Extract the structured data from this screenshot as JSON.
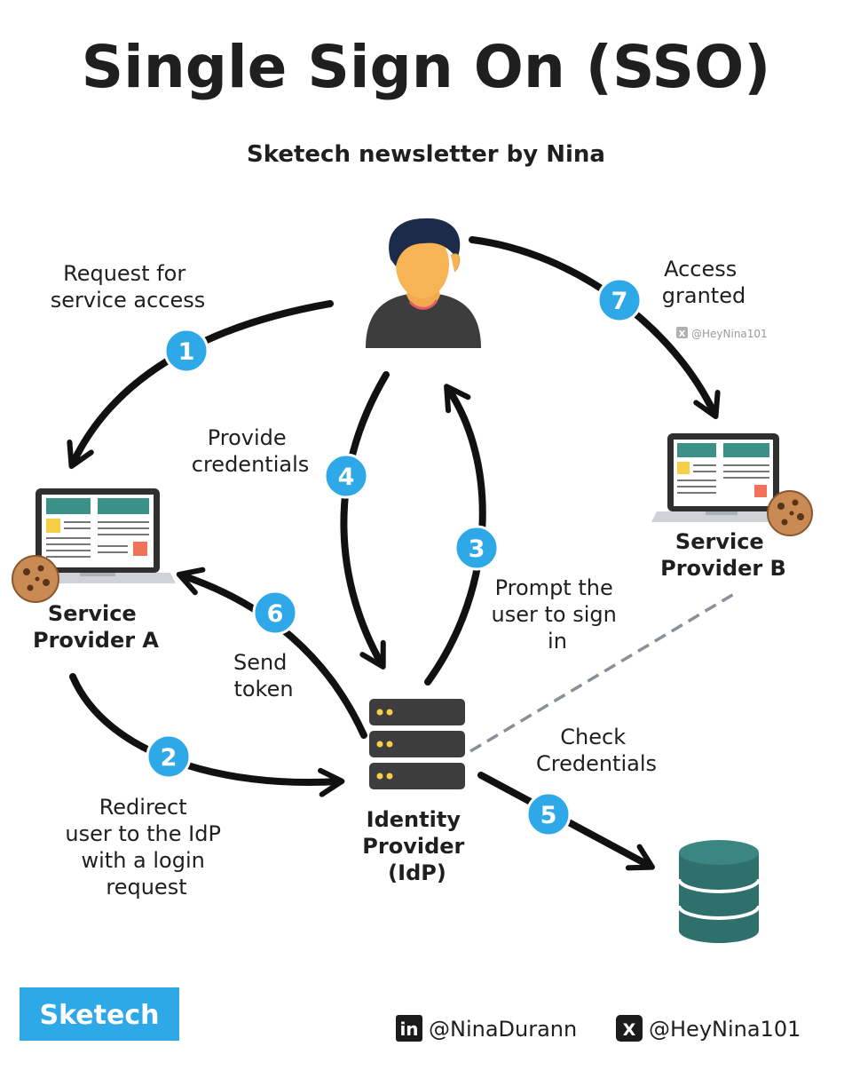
{
  "title": "Single Sign On (SSO)",
  "subtitle": "Sketech newsletter by Nina",
  "nodes": {
    "service_provider_a": [
      "Service",
      "Provider A"
    ],
    "service_provider_b": [
      "Service",
      "Provider B"
    ],
    "identity_provider": [
      "Identity",
      "Provider",
      "(IdP)"
    ]
  },
  "steps": [
    {
      "number": "1",
      "label": [
        "Request for",
        "service access"
      ]
    },
    {
      "number": "2",
      "label": [
        "Redirect",
        "user to the IdP",
        "with a login",
        "request"
      ]
    },
    {
      "number": "3",
      "label": [
        "Prompt the",
        "user to sign",
        "in"
      ]
    },
    {
      "number": "4",
      "label": [
        "Provide",
        "credentials"
      ]
    },
    {
      "number": "5",
      "label": [
        "Check",
        "Credentials"
      ]
    },
    {
      "number": "6",
      "label": [
        "Send",
        "token"
      ]
    },
    {
      "number": "7",
      "label": [
        "Access",
        "granted"
      ]
    }
  ],
  "watermark": "@HeyNina101",
  "footer": {
    "brand": "Sketech",
    "linkedin_handle": "@NinaDurann",
    "x_handle": "@HeyNina101"
  },
  "colors": {
    "step_badge": "#2ea8e6",
    "brand_badge": "#2ea8e6",
    "database": "#2f6f6c",
    "server": "#3d3d3d",
    "arrow": "#111111"
  }
}
